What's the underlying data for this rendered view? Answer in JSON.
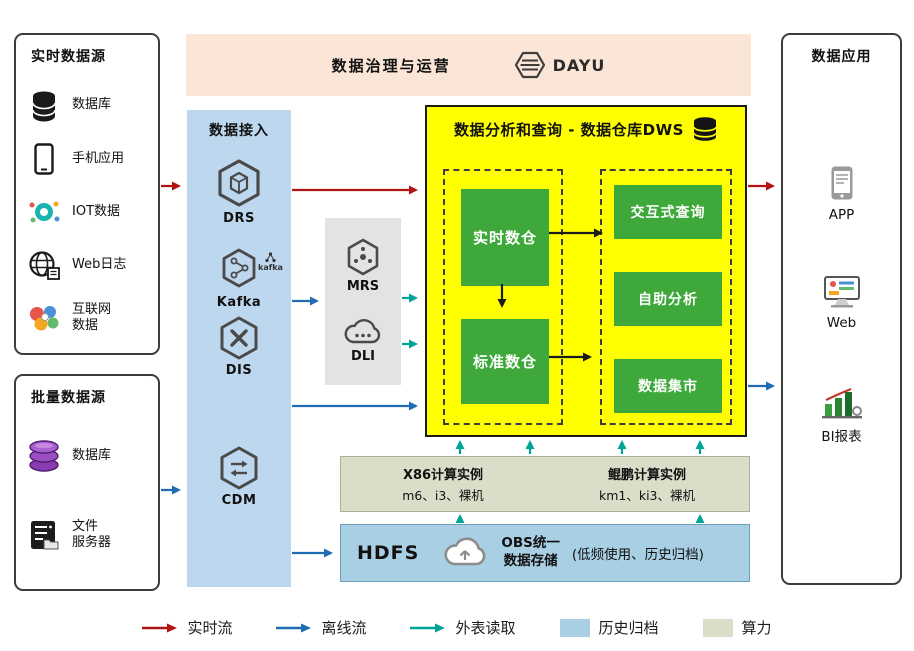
{
  "colors": {
    "realtime_flow": "#b01513",
    "offline_flow": "#1f6cb4",
    "external_read": "#00a39a",
    "archive_fill": "#a8cfe3",
    "compute_fill": "#d9dec9",
    "dws_fill": "#ffff00",
    "green_box": "#3ea93a",
    "ingestion_fill": "#bdd7ee",
    "governance_fill": "#fbe5d6"
  },
  "governance": {
    "title": "数据治理与运营",
    "logo_text": "DAYU",
    "logo_icon": "dayu-hexagon-icon"
  },
  "realtime_sources": {
    "title": "实时数据源",
    "items": [
      {
        "label": "数据库",
        "icon": "database-icon"
      },
      {
        "label": "手机应用",
        "icon": "mobile-phone-icon"
      },
      {
        "label": "IOT数据",
        "icon": "iot-icon"
      },
      {
        "label": "Web日志",
        "icon": "web-globe-icon"
      },
      {
        "label": "互联网\n数据",
        "icon": "internet-data-icon"
      }
    ]
  },
  "batch_sources": {
    "title": "批量数据源",
    "items": [
      {
        "label": "数据库",
        "icon": "purple-database-icon"
      },
      {
        "label": "文件\n服务器",
        "icon": "file-server-icon"
      }
    ]
  },
  "ingestion": {
    "title": "数据接入",
    "items": [
      {
        "label": "DRS",
        "icon": "drs-hexagon-icon"
      },
      {
        "label": "Kafka",
        "icon": "kafka-hexagon-icon",
        "badge": "kafka"
      },
      {
        "label": "DIS",
        "icon": "dis-hexagon-icon"
      },
      {
        "label": "CDM",
        "icon": "cdm-hexagon-icon"
      }
    ]
  },
  "lake_services": {
    "items": [
      {
        "label": "MRS",
        "icon": "mrs-hexagon-icon"
      },
      {
        "label": "DLI",
        "icon": "dli-cloud-icon"
      }
    ]
  },
  "dws": {
    "title": "数据分析和查询 - 数据仓库DWS",
    "title_icon": "database-stack-icon",
    "left_items": [
      {
        "label": "实时数仓"
      },
      {
        "label": "标准数仓"
      }
    ],
    "right_items": [
      {
        "label": "交互式查询"
      },
      {
        "label": "自助分析"
      },
      {
        "label": "数据集市"
      }
    ]
  },
  "compute_bar": {
    "x86_title": "X86计算实例",
    "x86_subtitle": "m6、i3、裸机",
    "kunpeng_title": "鲲鹏计算实例",
    "kunpeng_subtitle": "km1、ki3、裸机"
  },
  "storage_bar": {
    "hdfs": "HDFS",
    "obs_icon": "obs-cloud-icon",
    "obs_label": "OBS统一\n数据存储",
    "note": "(低频使用、历史归档)"
  },
  "applications": {
    "title": "数据应用",
    "items": [
      {
        "label": "APP",
        "icon": "smartphone-icon"
      },
      {
        "label": "Web",
        "icon": "web-monitor-icon"
      },
      {
        "label": "BI报表",
        "icon": "bi-chart-icon"
      }
    ]
  },
  "legend": {
    "items": [
      {
        "label": "实时流",
        "type": "arrow",
        "color": "#b01513"
      },
      {
        "label": "离线流",
        "type": "arrow",
        "color": "#1f6cb4"
      },
      {
        "label": "外表读取",
        "type": "arrow",
        "color": "#00a39a"
      },
      {
        "label": "历史归档",
        "type": "box",
        "color": "#a8cfe3"
      },
      {
        "label": "算力",
        "type": "box",
        "color": "#d9dec9"
      }
    ]
  }
}
